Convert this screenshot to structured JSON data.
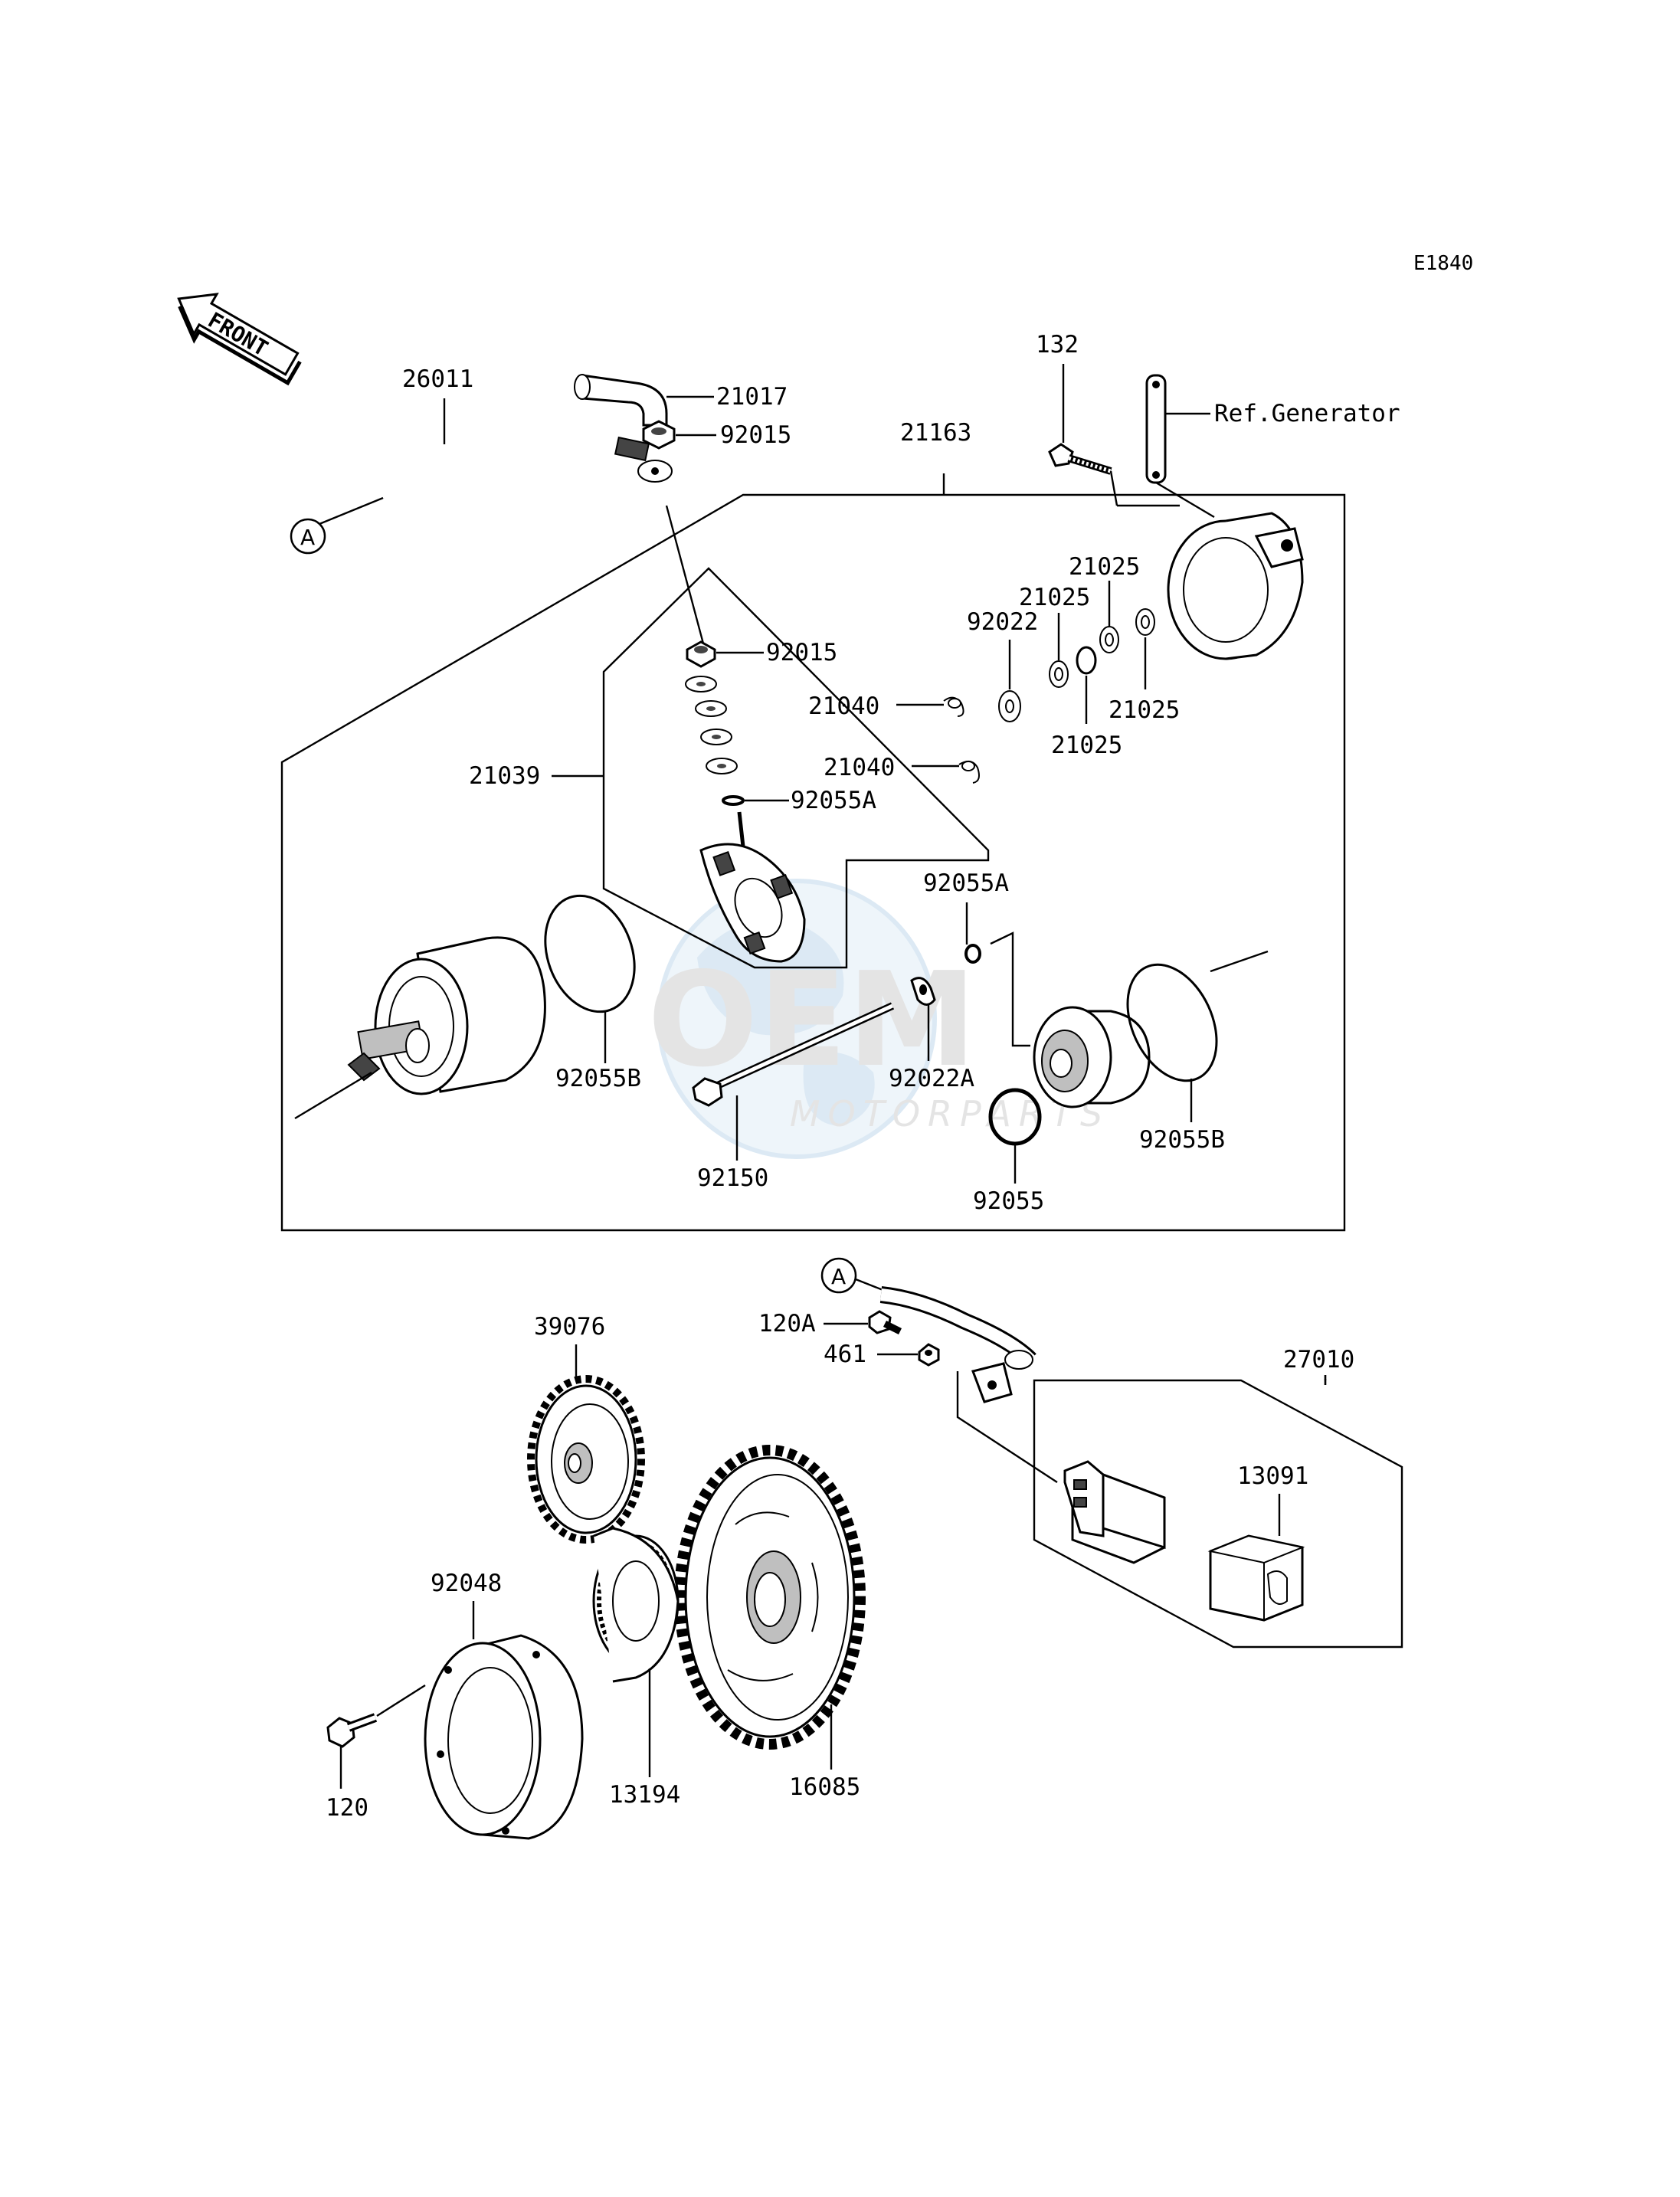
{
  "diagram_code": "E1840",
  "front_indicator": "FRONT",
  "reference_marker": "A",
  "watermark": {
    "brand": "OEM",
    "sub": "MOTORPARTS"
  },
  "labels": {
    "p26011": "26011",
    "p21017": "21017",
    "p92015_top": "92015",
    "p21163": "21163",
    "p132": "132",
    "ref_generator": "Ref.Generator",
    "p21025_a": "21025",
    "p21025_b": "21025",
    "p21025_c": "21025",
    "p21025_d": "21025",
    "p92022": "92022",
    "p92015_mid": "92015",
    "p21040_a": "21040",
    "p21040_b": "21040",
    "p21039": "21039",
    "p92055A_a": "92055A",
    "p92055A_b": "92055A",
    "p92055B_a": "92055B",
    "p92022A": "92022A",
    "p92150": "92150",
    "p92055": "92055",
    "p92055B_b": "92055B",
    "p39076": "39076",
    "p120A": "120A",
    "p461": "461",
    "p27010": "27010",
    "p13091": "13091",
    "p92048": "92048",
    "p120": "120",
    "p13194": "13194",
    "p16085": "16085"
  }
}
